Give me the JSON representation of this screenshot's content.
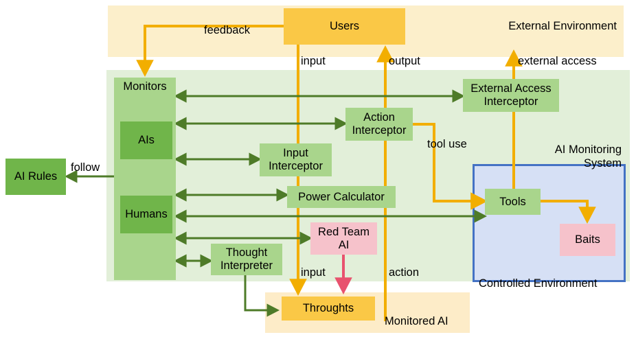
{
  "diagram": {
    "title": "AI Monitoring System architecture",
    "colors": {
      "external_environment_bg": "#FCEFCB",
      "ai_monitoring_bg": "#E2EFD9",
      "controlled_environment_bg": "#D6E0F5",
      "controlled_environment_border": "#4472C4",
      "monitored_ai_bg": "#FDECC8",
      "green_node": "#70B54A",
      "green_container": "#A9D58C",
      "yellow_node": "#FAC846",
      "pink_node": "#F6C2CB",
      "yellow_arrow": "#F2AE00",
      "green_arrow": "#4E7B28",
      "pink_arrow": "#E8526E"
    },
    "panels": [
      {
        "id": "external-environment",
        "label": "External Environment"
      },
      {
        "id": "ai-monitoring-system",
        "label": "AI Monitoring\nSystem"
      },
      {
        "id": "controlled-environment",
        "label": "Controlled Environment"
      },
      {
        "id": "monitored-ai",
        "label": "Monitored AI"
      }
    ],
    "nodes": [
      {
        "id": "ai-rules",
        "label": "AI Rules"
      },
      {
        "id": "monitors",
        "label": "Monitors"
      },
      {
        "id": "ais",
        "label": "AIs"
      },
      {
        "id": "humans",
        "label": "Humans"
      },
      {
        "id": "users",
        "label": "Users"
      },
      {
        "id": "external-access-interceptor",
        "label": "External Access\nInterceptor"
      },
      {
        "id": "action-interceptor",
        "label": "Action\nInterceptor"
      },
      {
        "id": "input-interceptor",
        "label": "Input\nInterceptor"
      },
      {
        "id": "power-calculator",
        "label": "Power Calculator"
      },
      {
        "id": "red-team-ai",
        "label": "Red Team\nAI"
      },
      {
        "id": "thought-interpreter",
        "label": "Thought\nInterpreter"
      },
      {
        "id": "tools",
        "label": "Tools"
      },
      {
        "id": "baits",
        "label": "Baits"
      },
      {
        "id": "throughts",
        "label": "Throughts"
      }
    ],
    "edge_labels": [
      {
        "id": "feedback",
        "label": "feedback"
      },
      {
        "id": "input-top",
        "label": "input"
      },
      {
        "id": "output",
        "label": "output"
      },
      {
        "id": "external-access",
        "label": "external access"
      },
      {
        "id": "follow",
        "label": "follow"
      },
      {
        "id": "tool-use",
        "label": "tool use"
      },
      {
        "id": "input-bottom",
        "label": "input"
      },
      {
        "id": "action",
        "label": "action"
      }
    ]
  }
}
